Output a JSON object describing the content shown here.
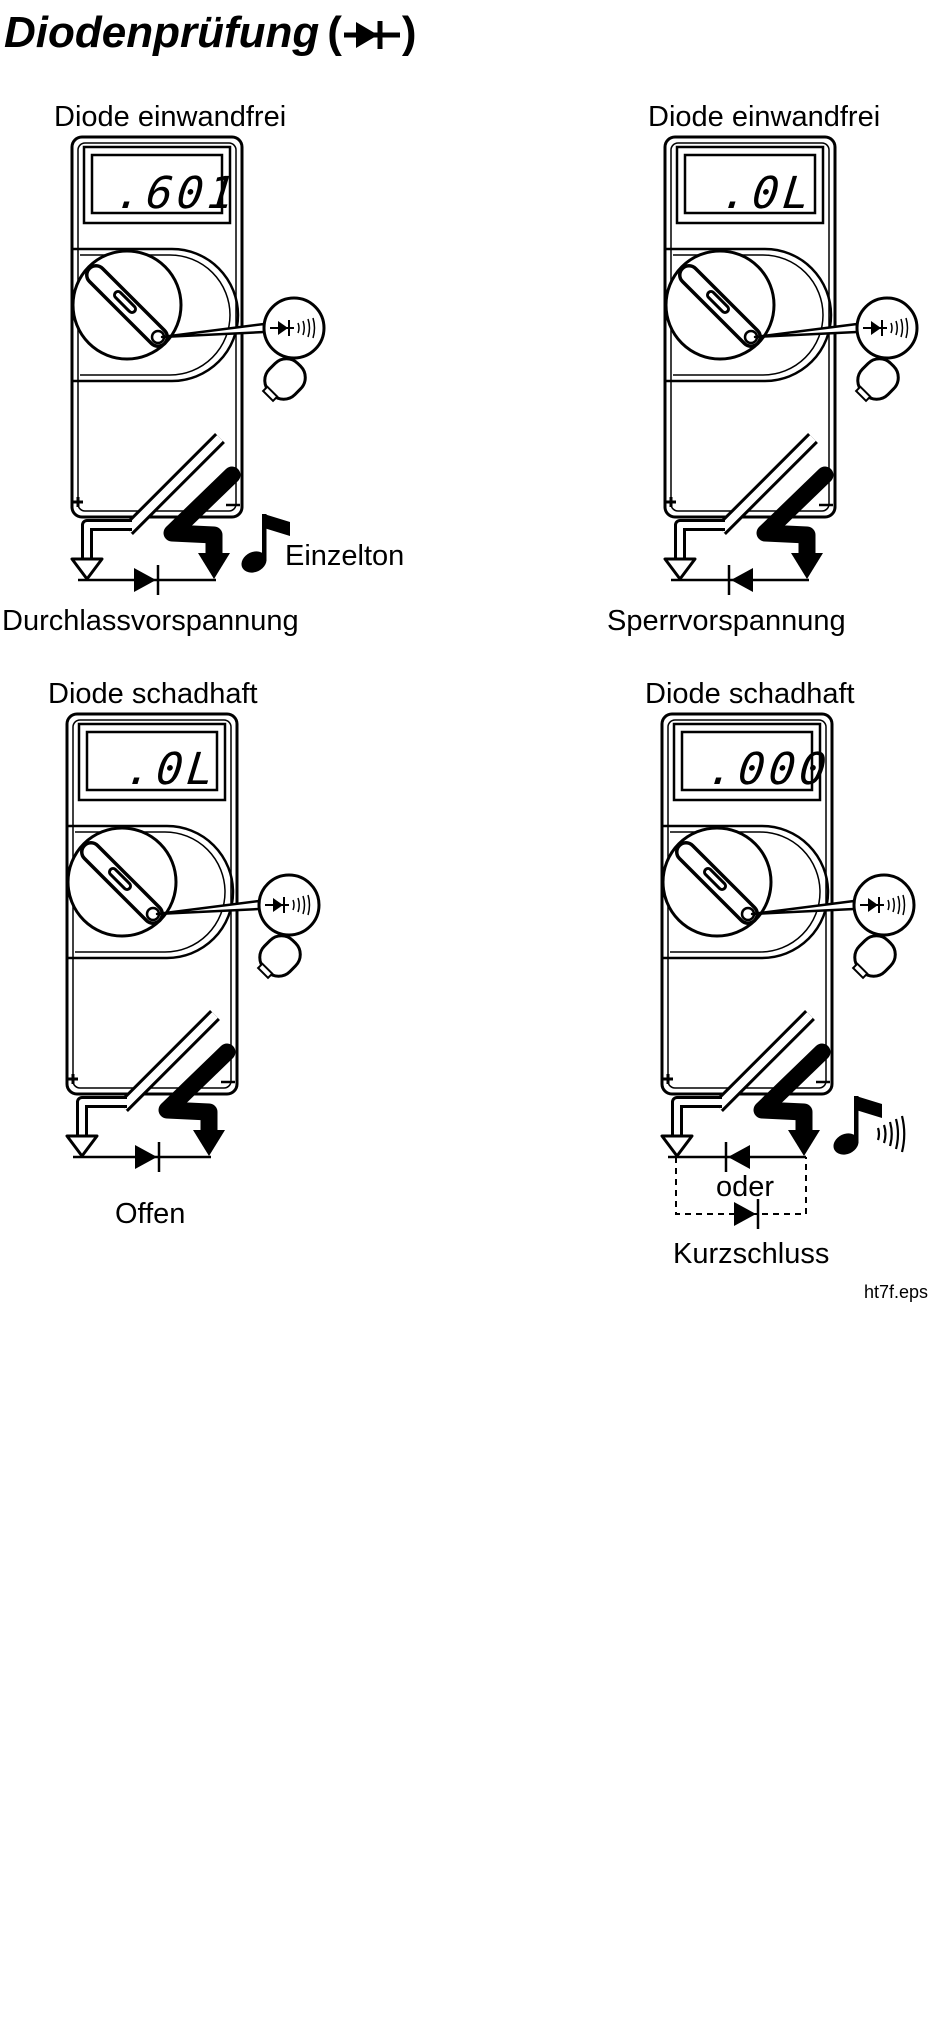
{
  "title": "Diodenprüfung",
  "panels": [
    {
      "status": "Diode einwandfrei",
      "reading": ".601",
      "caption": "Durchlassvorspannung",
      "tone": "Einzelton"
    },
    {
      "status": "Diode einwandfrei",
      "reading": ".0L",
      "caption": "Sperrvorspannung"
    },
    {
      "status": "Diode schadhaft",
      "reading": ".0L",
      "caption": "Offen"
    },
    {
      "status": "Diode schadhaft",
      "reading": ".000",
      "caption": "Kurzschluss",
      "conjunction": "oder"
    }
  ],
  "file_ref": "ht7f.eps"
}
